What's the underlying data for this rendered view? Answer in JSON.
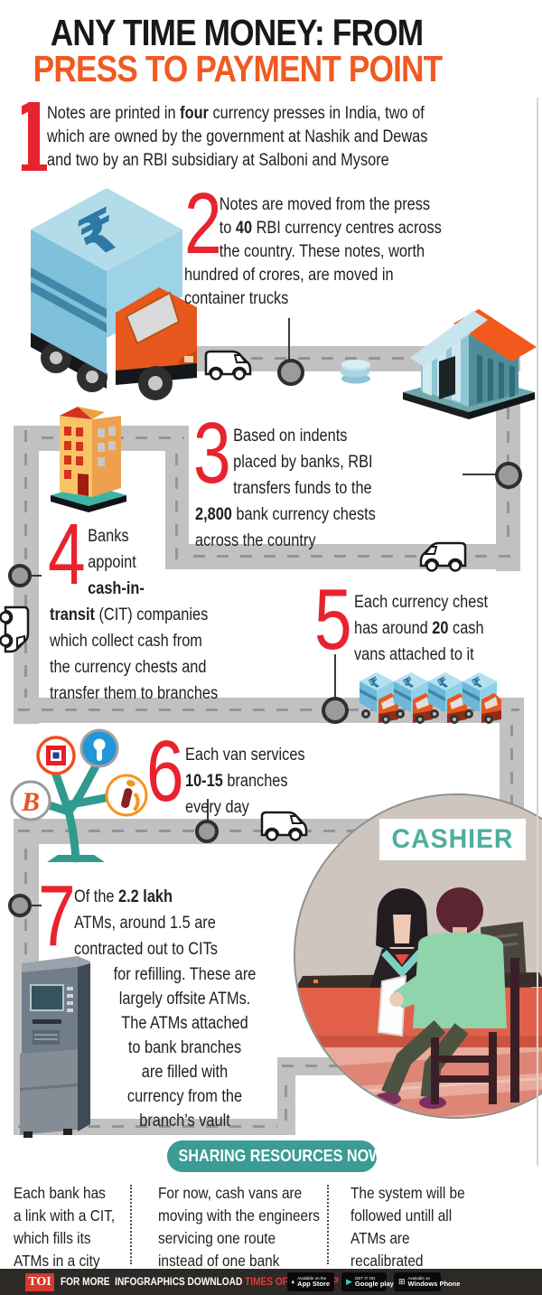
{
  "title": {
    "line1": "ANY TIME MONEY: FROM",
    "line2": "PRESS TO PAYMENT POINT"
  },
  "steps": {
    "s1": {
      "num": "1",
      "lines": [
        {
          "pre": "Notes are printed in ",
          "bold": "four",
          "post": " currency presses in India, two of"
        },
        "which are owned by the government at Nashik and Dewas",
        "and two by an RBI subsidiary at Salboni and Mysore"
      ]
    },
    "s2": {
      "num": "2",
      "lines": [
        "Notes are moved from the press",
        {
          "pre": "to ",
          "bold": "40",
          "post": " RBI currency centres across"
        },
        "the country. These notes, worth",
        "hundred of crores, are moved in",
        "container trucks"
      ]
    },
    "s3": {
      "num": "3",
      "lines": [
        "Based on indents",
        "placed by banks, RBI",
        "transfers funds to the",
        {
          "bold": "2,800",
          "post": " bank currency chests"
        },
        "across the country"
      ]
    },
    "s4": {
      "num": "4",
      "lines": [
        "Banks",
        "appoint",
        {
          "bold": "cash-in-"
        },
        {
          "bold": "transit",
          "post": " (CIT) companies"
        },
        "which collect cash from",
        "the currency chests and",
        "transfer them to branches"
      ]
    },
    "s5": {
      "num": "5",
      "lines": [
        "Each currency chest",
        {
          "pre": "has around ",
          "bold": "20",
          "post": " cash"
        },
        "vans attached to it"
      ]
    },
    "s6": {
      "num": "6",
      "lines": [
        "Each van services",
        {
          "bold": "10-15",
          "post": " branches"
        },
        "every day"
      ]
    },
    "s7": {
      "num": "7",
      "lines_top": [
        {
          "pre": "Of the ",
          "bold": "2.2 lakh"
        },
        "ATMs, around 1.5 are",
        "contracted out to CITs"
      ],
      "lines_wrap": [
        "for refilling. These are",
        "largely offsite ATMs.",
        "The ATMs attached",
        "to bank branches",
        "are filled with",
        "currency from the",
        "branch’s vault"
      ]
    }
  },
  "cashier": {
    "label": "CASHIER"
  },
  "banner": {
    "label": "SHARING RESOURCES NOW"
  },
  "bottom_columns": [
    {
      "lines": [
        "Each bank has",
        "a link with a CIT,",
        "which fills its",
        "ATMs in a city"
      ]
    },
    {
      "lines": [
        "For now, cash vans are",
        "moving with the engineers",
        "servicing one route",
        "instead of one bank"
      ]
    },
    {
      "lines": [
        "The system will be",
        "followed untill all",
        "ATMs are",
        "recalibrated"
      ]
    }
  ],
  "footer": {
    "logo": "TOI",
    "text_white": "FOR MORE  INFOGRAPHICS DOWNLOAD ",
    "text_red": "TIMES OF INDIA  APP",
    "badges": [
      {
        "top": "Available on the",
        "label": "App Store"
      },
      {
        "top": "GET IT ON",
        "label": "Google play"
      },
      {
        "top": "Available on",
        "label": "Windows Phone"
      }
    ]
  },
  "icons": {
    "rupee_symbol": "₹",
    "play_icon": "▶",
    "windows_icon": "⊞"
  },
  "colors": {
    "accent_orange": "#f05a22",
    "number_red": "#e8232e",
    "teal_banner": "#3b9c95",
    "cashier_teal": "#4fae9e",
    "road_gray": "#c1c1c1",
    "footer_bg": "#2c2927",
    "toi_red": "#d6392e",
    "truck_blue": "#7fc0da",
    "cab_orange": "#e8571d"
  }
}
